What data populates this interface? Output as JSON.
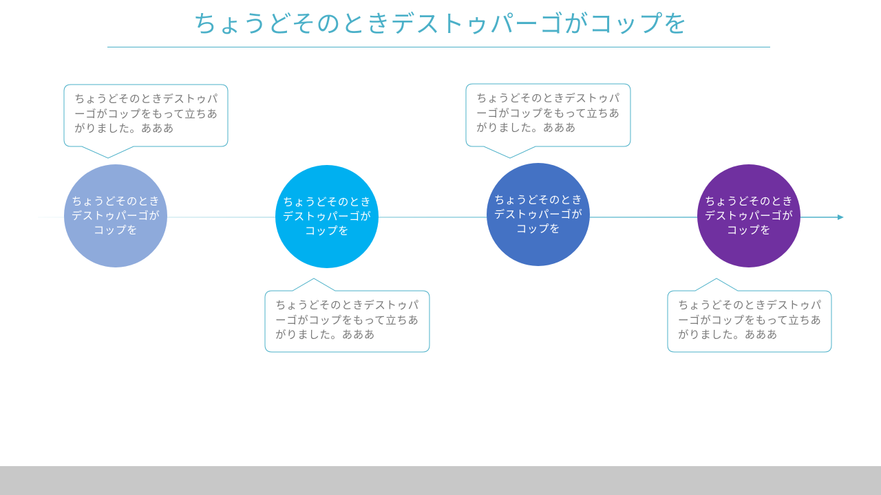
{
  "title": "ちょうどそのときデストゥパーゴがコップを",
  "colors": {
    "accent": "#4bb0c8",
    "bubble_text": "#7a7a7a",
    "footer": "#c8c8c8"
  },
  "steps": [
    {
      "label": "ちょうどそのときデストゥパーゴがコップを",
      "color": "#8eaadb",
      "callout": "ちょうどそのときデストゥパーゴがコップをもって立ちあがりました。あああ",
      "callout_side": "above"
    },
    {
      "label": "ちょうどそのときデストゥパーゴがコップを",
      "color": "#00b0f0",
      "callout": "ちょうどそのときデストゥパーゴがコップをもって立ちあがりました。あああ",
      "callout_side": "below"
    },
    {
      "label": "ちょうどそのときデストゥパーゴがコップを",
      "color": "#4472c4",
      "callout": "ちょうどそのときデストゥパーゴがコップをもって立ちあがりました。あああ",
      "callout_side": "above"
    },
    {
      "label": "ちょうどそのときデストゥパーゴがコップを",
      "color": "#7030a0",
      "callout": "ちょうどそのときデストゥパーゴがコップをもって立ちあがりました。あああ",
      "callout_side": "below"
    }
  ]
}
